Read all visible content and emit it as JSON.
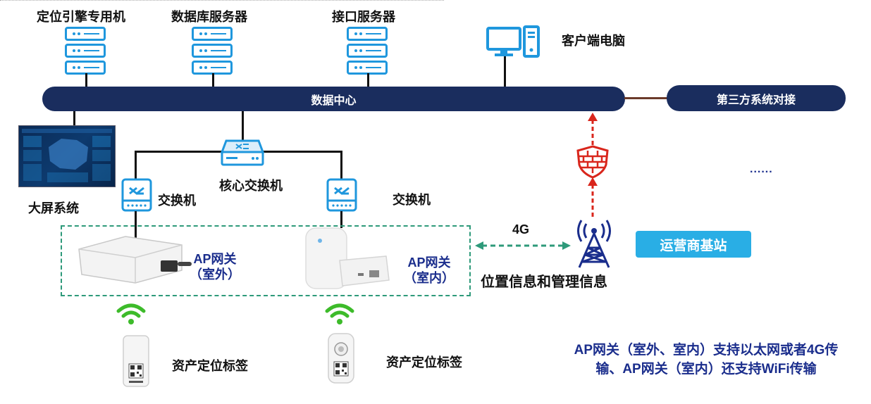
{
  "servers": [
    {
      "label": "定位引擎专用机"
    },
    {
      "label": "数据库服务器"
    },
    {
      "label": "接口服务器"
    }
  ],
  "client": {
    "label": "客户端电脑"
  },
  "data_center": {
    "label": "数据中心"
  },
  "third_party": {
    "label": "第三方系统对接"
  },
  "big_screen": {
    "label": "大屏系统"
  },
  "core_switch": {
    "label": "核心交换机"
  },
  "switch_left": {
    "label": "交换机"
  },
  "switch_right": {
    "label": "交换机"
  },
  "ap_outdoor": {
    "line1": "AP网关",
    "line2": "（室外）"
  },
  "ap_indoor": {
    "line1": "AP网关",
    "line2": "（室内）"
  },
  "link_4g": {
    "label": "4G"
  },
  "tower": {
    "caption": "位置信息和管理信息"
  },
  "base_station": {
    "label": "运营商基站"
  },
  "ellipsis": {
    "label": "......"
  },
  "tags": [
    {
      "label": "资产定位标签"
    },
    {
      "label": "资产定位标签"
    }
  ],
  "note": {
    "line1": "AP网关（室外、室内）支持以太网或者4G传",
    "line2": "输、AP网关（室内）还支持WiFi传输"
  },
  "colors": {
    "navy": "#1a2d5e",
    "icon_blue": "#1f97dd",
    "text_blue": "#1a2d8c",
    "firewall_red": "#d9261c",
    "wifi_green": "#3dbb2a",
    "dash_green": "#2e9a7a",
    "base_station_blue": "#29aee5"
  }
}
